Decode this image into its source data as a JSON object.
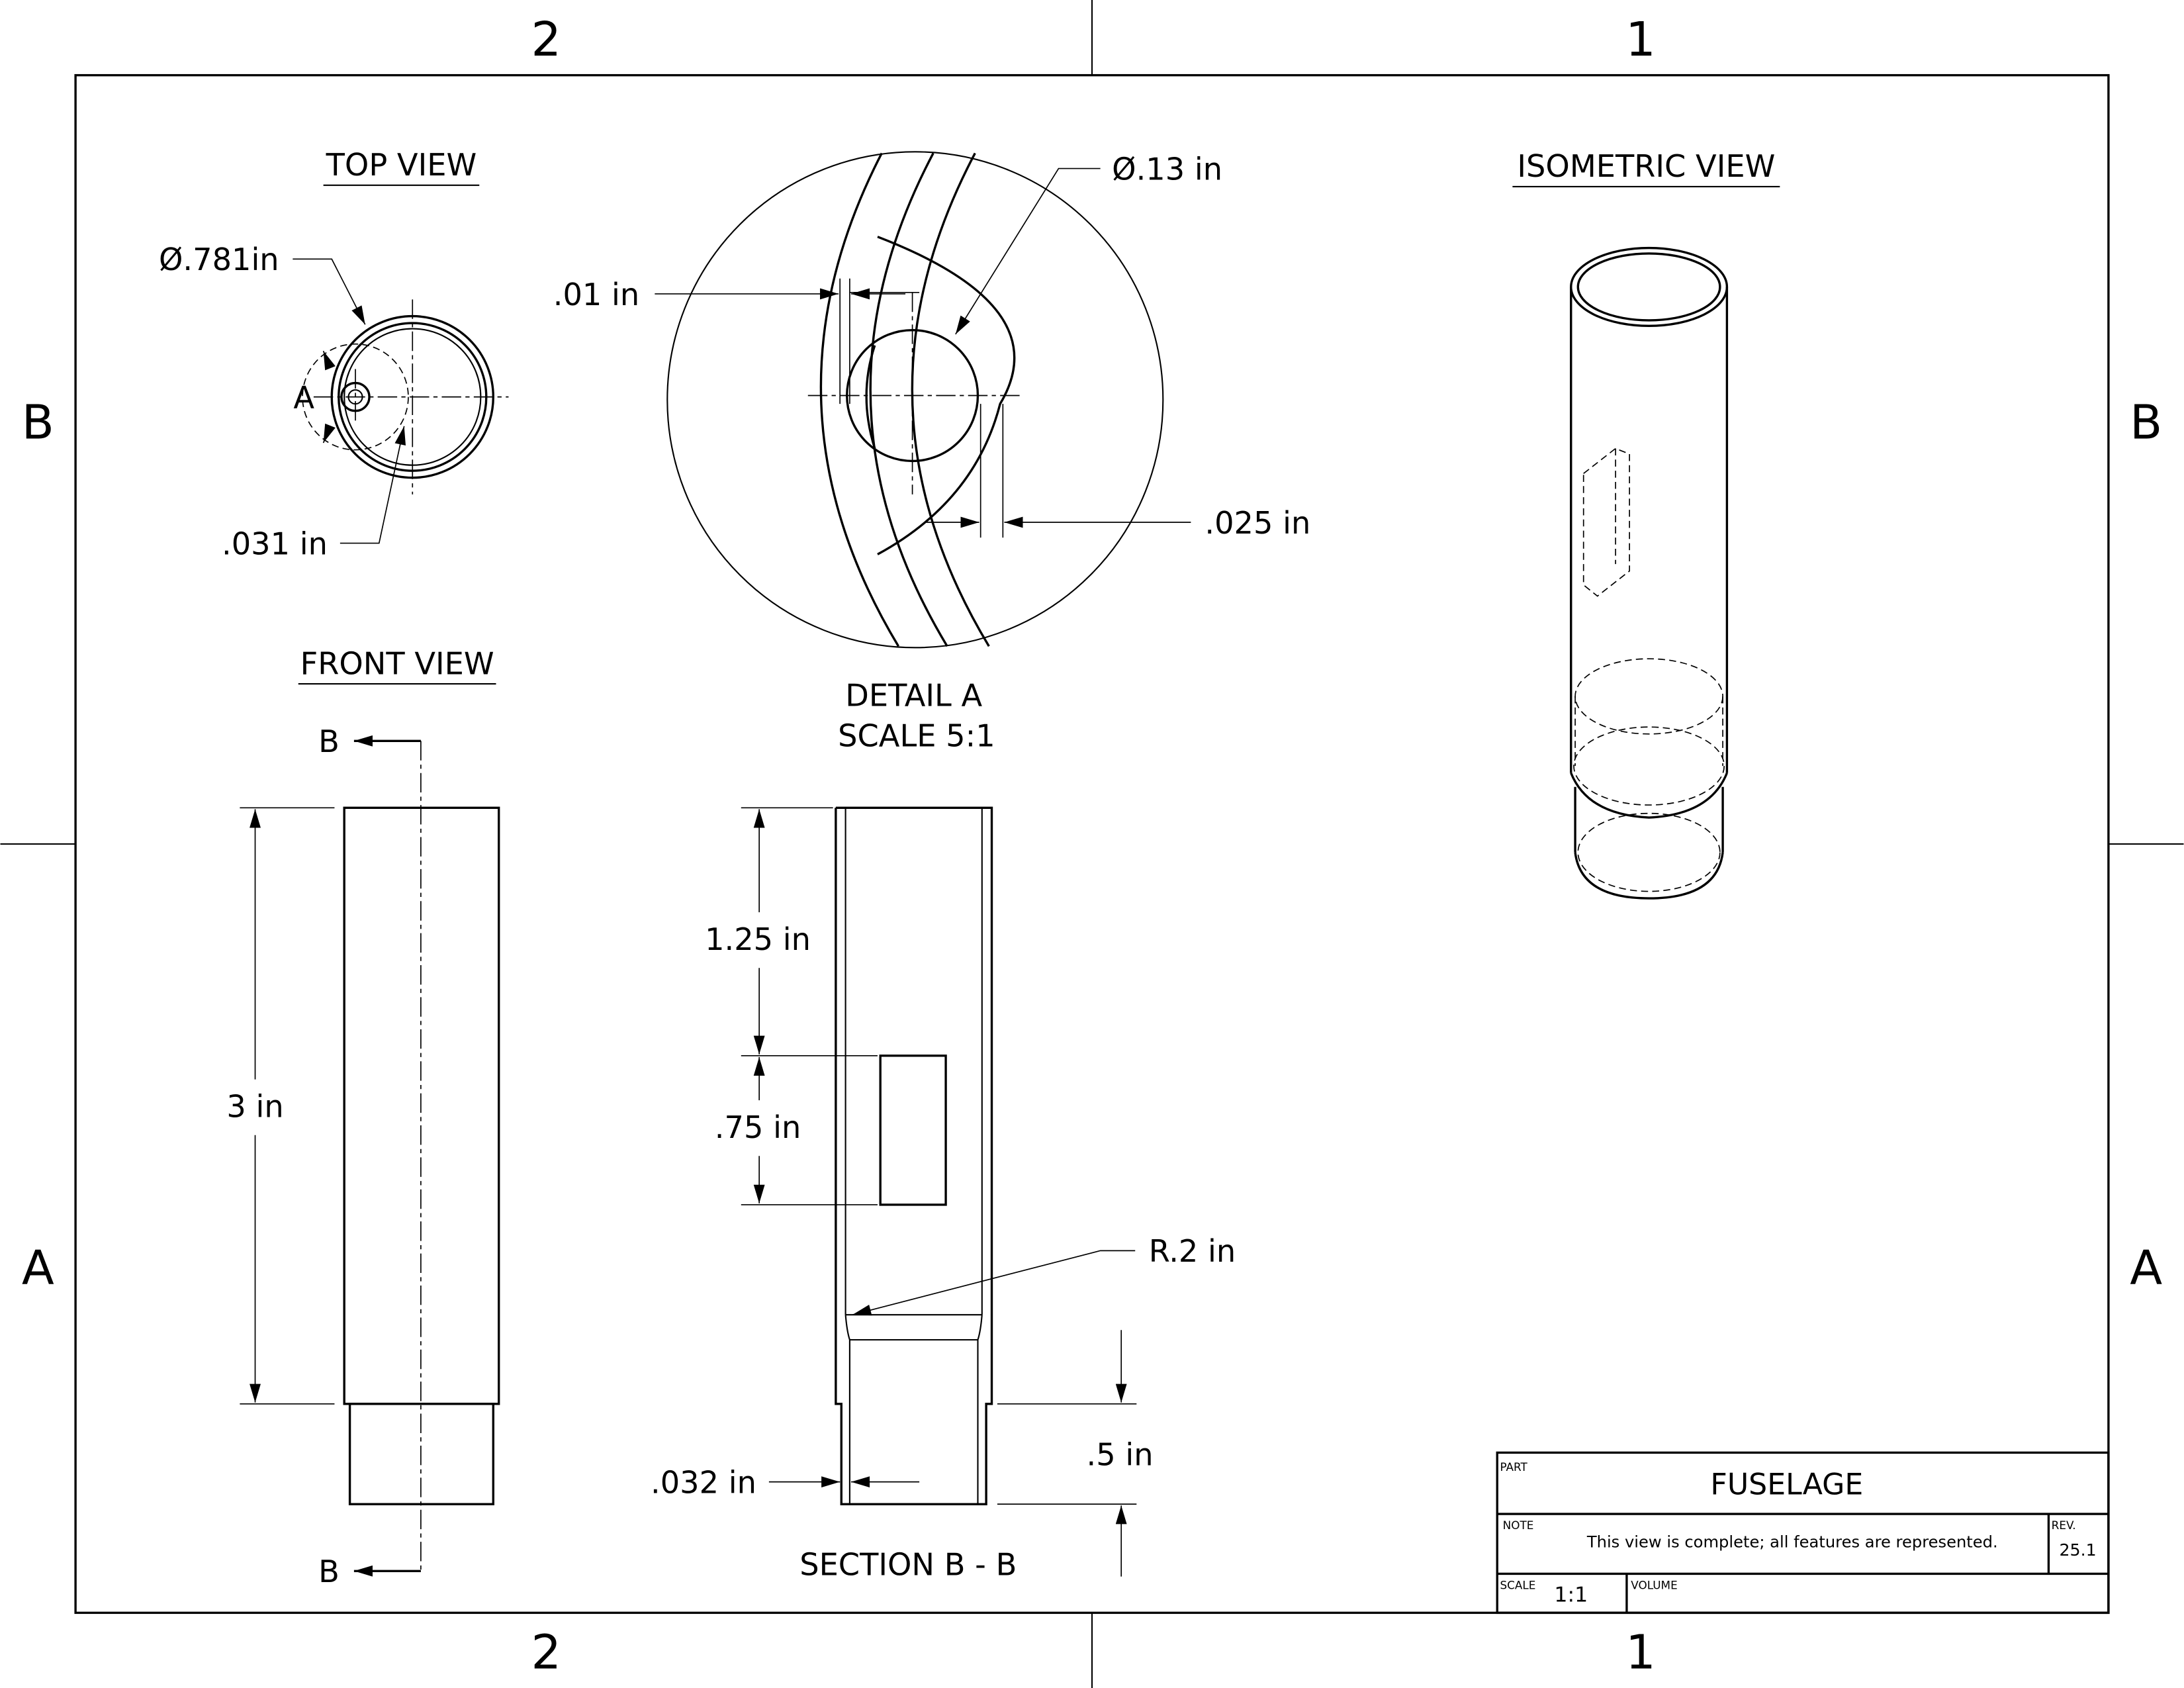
{
  "zones": {
    "top": [
      "2",
      "1"
    ],
    "bottom": [
      "2",
      "1"
    ],
    "left": [
      "B",
      "A"
    ],
    "right": [
      "B",
      "A"
    ]
  },
  "views": {
    "top": {
      "title": "TOP VIEW",
      "diameter": "Ø.781in",
      "detail_ref": "A",
      "wall": ".031 in"
    },
    "detail": {
      "title": "DETAIL A",
      "scale": "SCALE 5:1",
      "gap": ".01 in",
      "hole_diameter": "Ø.13 in",
      "offset": ".025 in"
    },
    "isometric": {
      "title": "ISOMETRIC VIEW"
    },
    "front": {
      "title": "FRONT VIEW",
      "section_mark_top": "B",
      "section_mark_bottom": "B",
      "length": "3 in"
    },
    "section": {
      "title": "SECTION B - B",
      "slot_offset": "1.25 in",
      "slot_length": ".75 in",
      "fillet": "R.2 in",
      "step_length": ".5 in",
      "step_wall": ".032 in"
    }
  },
  "title_block": {
    "part_label": "PART",
    "part": "FUSELAGE",
    "note_label": "NOTE",
    "note": "This view is complete; all features are represented.",
    "rev_label": "REV.",
    "rev": "25.1",
    "scale_label": "SCALE",
    "scale": "1:1",
    "volume_label": "VOLUME"
  }
}
